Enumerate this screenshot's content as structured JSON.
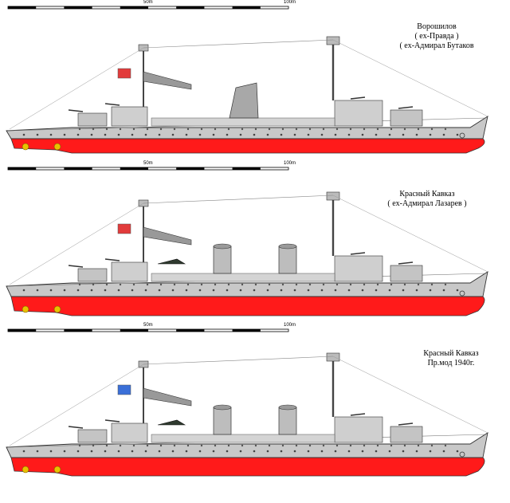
{
  "drawings": [
    {
      "name": "voroshilov",
      "caption": [
        "Ворошилов",
        "( ex-Правда )",
        "( ex-Адмирал Бутаков"
      ],
      "scale_labels": [
        "50m",
        "100m"
      ],
      "funnels": 1,
      "colors": {
        "hull": "#c8c8c8",
        "underwater": "#ff1a1a",
        "deck": "#bdbdbd",
        "outline": "#333333",
        "flag": "#e23b3b"
      }
    },
    {
      "name": "krasny-kavkaz",
      "caption": [
        "Красный Кавказ",
        "( ex-Адмирал Лазарев )"
      ],
      "scale_labels": [
        "50m",
        "100m"
      ],
      "funnels": 2,
      "colors": {
        "hull": "#c8c8c8",
        "underwater": "#ff1a1a",
        "deck": "#bdbdbd",
        "outline": "#333333",
        "flag": "#e23b3b"
      }
    },
    {
      "name": "krasny-kavkaz-1940",
      "caption": [
        "Красный Кавказ",
        "Пр.мод 1940г."
      ],
      "scale_labels": [
        "50m",
        "100m"
      ],
      "funnels": 2,
      "colors": {
        "hull": "#c8c8c8",
        "underwater": "#ff1a1a",
        "deck": "#bdbdbd",
        "outline": "#333333",
        "flag": "#3a6fd8"
      }
    }
  ]
}
